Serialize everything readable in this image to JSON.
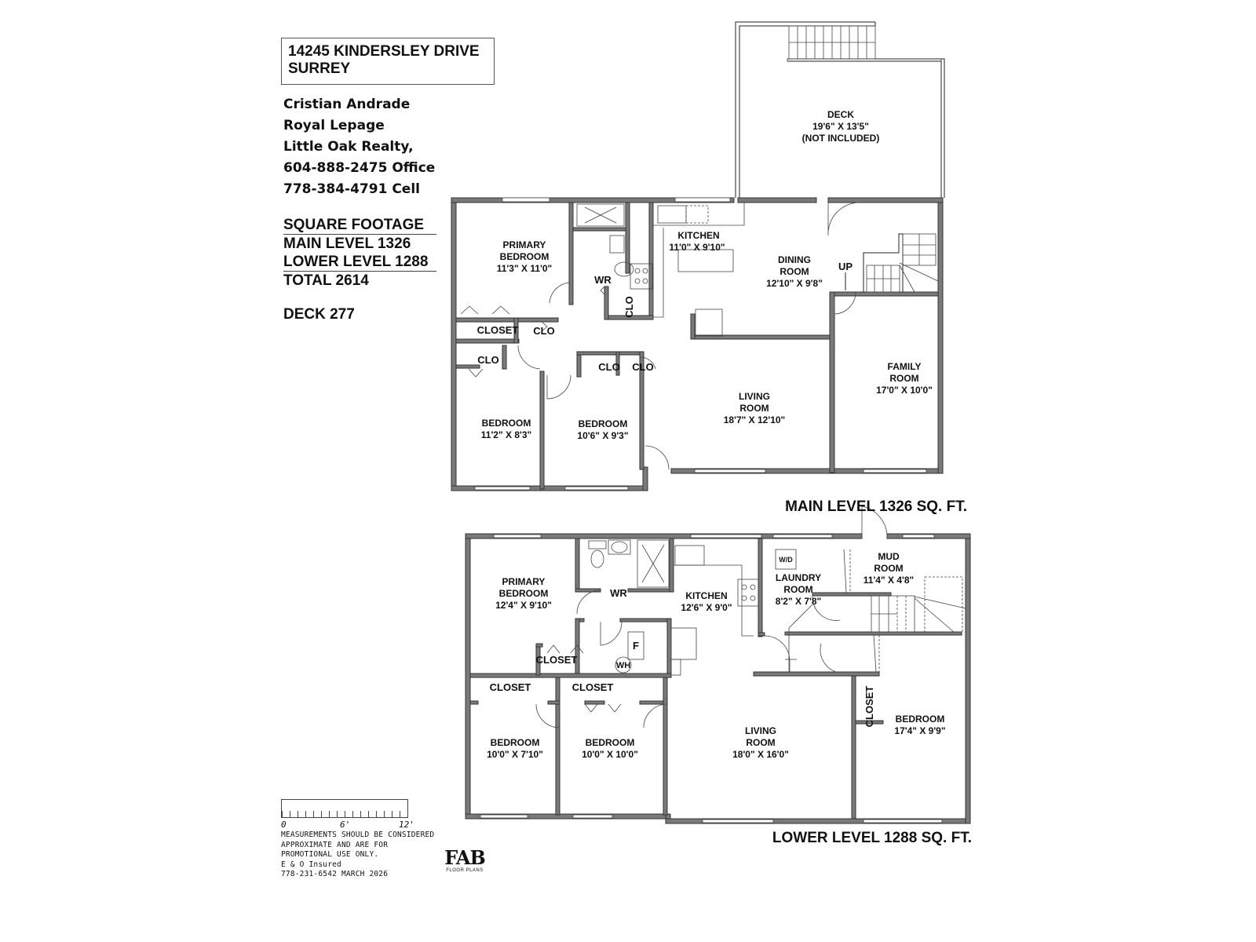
{
  "header": {
    "address_line1": "14245 KINDERSLEY DRIVE",
    "address_line2": "SURREY"
  },
  "agent": {
    "name": "Cristian Andrade",
    "brokerage1": "Royal Lepage",
    "brokerage2": "Little Oak Realty,",
    "office_phone": "604-888-2475 Office",
    "cell_phone": "778-384-4791 Cell"
  },
  "square_footage": {
    "title": "SQUARE FOOTAGE",
    "main": "MAIN LEVEL 1326",
    "lower": "LOWER LEVEL 1288",
    "total": "TOTAL 2614",
    "deck": "DECK 277"
  },
  "main_level": {
    "label": "MAIN LEVEL 1326 SQ. FT.",
    "rooms": {
      "deck": {
        "name": "DECK",
        "dims": "19'6\" X 13'5\"",
        "note": "(NOT INCLUDED)"
      },
      "primary_bedroom": {
        "name1": "PRIMARY",
        "name2": "BEDROOM",
        "dims": "11'3\" X 11'0\""
      },
      "kitchen": {
        "name": "KITCHEN",
        "dims": "11'0\" X 9'10\""
      },
      "dining": {
        "name1": "DINING",
        "name2": "ROOM",
        "dims": "12'10\" X 9'8\""
      },
      "living": {
        "name1": "LIVING",
        "name2": "ROOM",
        "dims": "18'7\" X 12'10\""
      },
      "family": {
        "name1": "FAMILY",
        "name2": "ROOM",
        "dims": "17'0\" X 10'0\""
      },
      "bedroom2": {
        "name": "BEDROOM",
        "dims": "11'2\" X 8'3\""
      },
      "bedroom3": {
        "name": "BEDROOM",
        "dims": "10'6\" X 9'3\""
      }
    },
    "labels": {
      "wr": "WR",
      "closet": "CLOSET",
      "clo": "CLO",
      "up": "UP"
    }
  },
  "lower_level": {
    "label": "LOWER LEVEL 1288 SQ. FT.",
    "rooms": {
      "primary_bedroom": {
        "name1": "PRIMARY",
        "name2": "BEDROOM",
        "dims": "12'4\" X 9'10\""
      },
      "kitchen": {
        "name": "KITCHEN",
        "dims": "12'6\" X 9'0\""
      },
      "laundry": {
        "name1": "LAUNDRY",
        "name2": "ROOM",
        "dims": "8'2\" X 7'8\""
      },
      "mud": {
        "name1": "MUD",
        "name2": "ROOM",
        "dims": "11'4\" X 4'8\""
      },
      "living": {
        "name1": "LIVING",
        "name2": "ROOM",
        "dims": "18'0\" X 16'0\""
      },
      "bedroom_a": {
        "name": "BEDROOM",
        "dims": "10'0\" X 7'10\""
      },
      "bedroom_b": {
        "name": "BEDROOM",
        "dims": "10'0\" X 10'0\""
      },
      "bedroom_c": {
        "name": "BEDROOM",
        "dims": "17'4\" X 9'9\""
      }
    },
    "labels": {
      "wr": "WR",
      "closet": "CLOSET",
      "furnace": "F",
      "water_heater": "WH",
      "washer_dryer": "W/D"
    }
  },
  "scale": {
    "zero": "0",
    "mid": "6'",
    "max": "12'"
  },
  "disclaimer": {
    "line1": "MEASUREMENTS SHOULD BE CONSIDERED",
    "line2": "APPROXIMATE AND ARE FOR",
    "line3": "PROMOTIONAL USE ONLY.",
    "line4": "E & O Insured",
    "line5": "778-231-6542  MARCH 2026"
  },
  "logo": {
    "mark": "FAB",
    "sub": "FLOOR PLANS"
  },
  "colors": {
    "wall": "#7a7a7a",
    "wall_edge": "#333333",
    "line": "#222222"
  }
}
